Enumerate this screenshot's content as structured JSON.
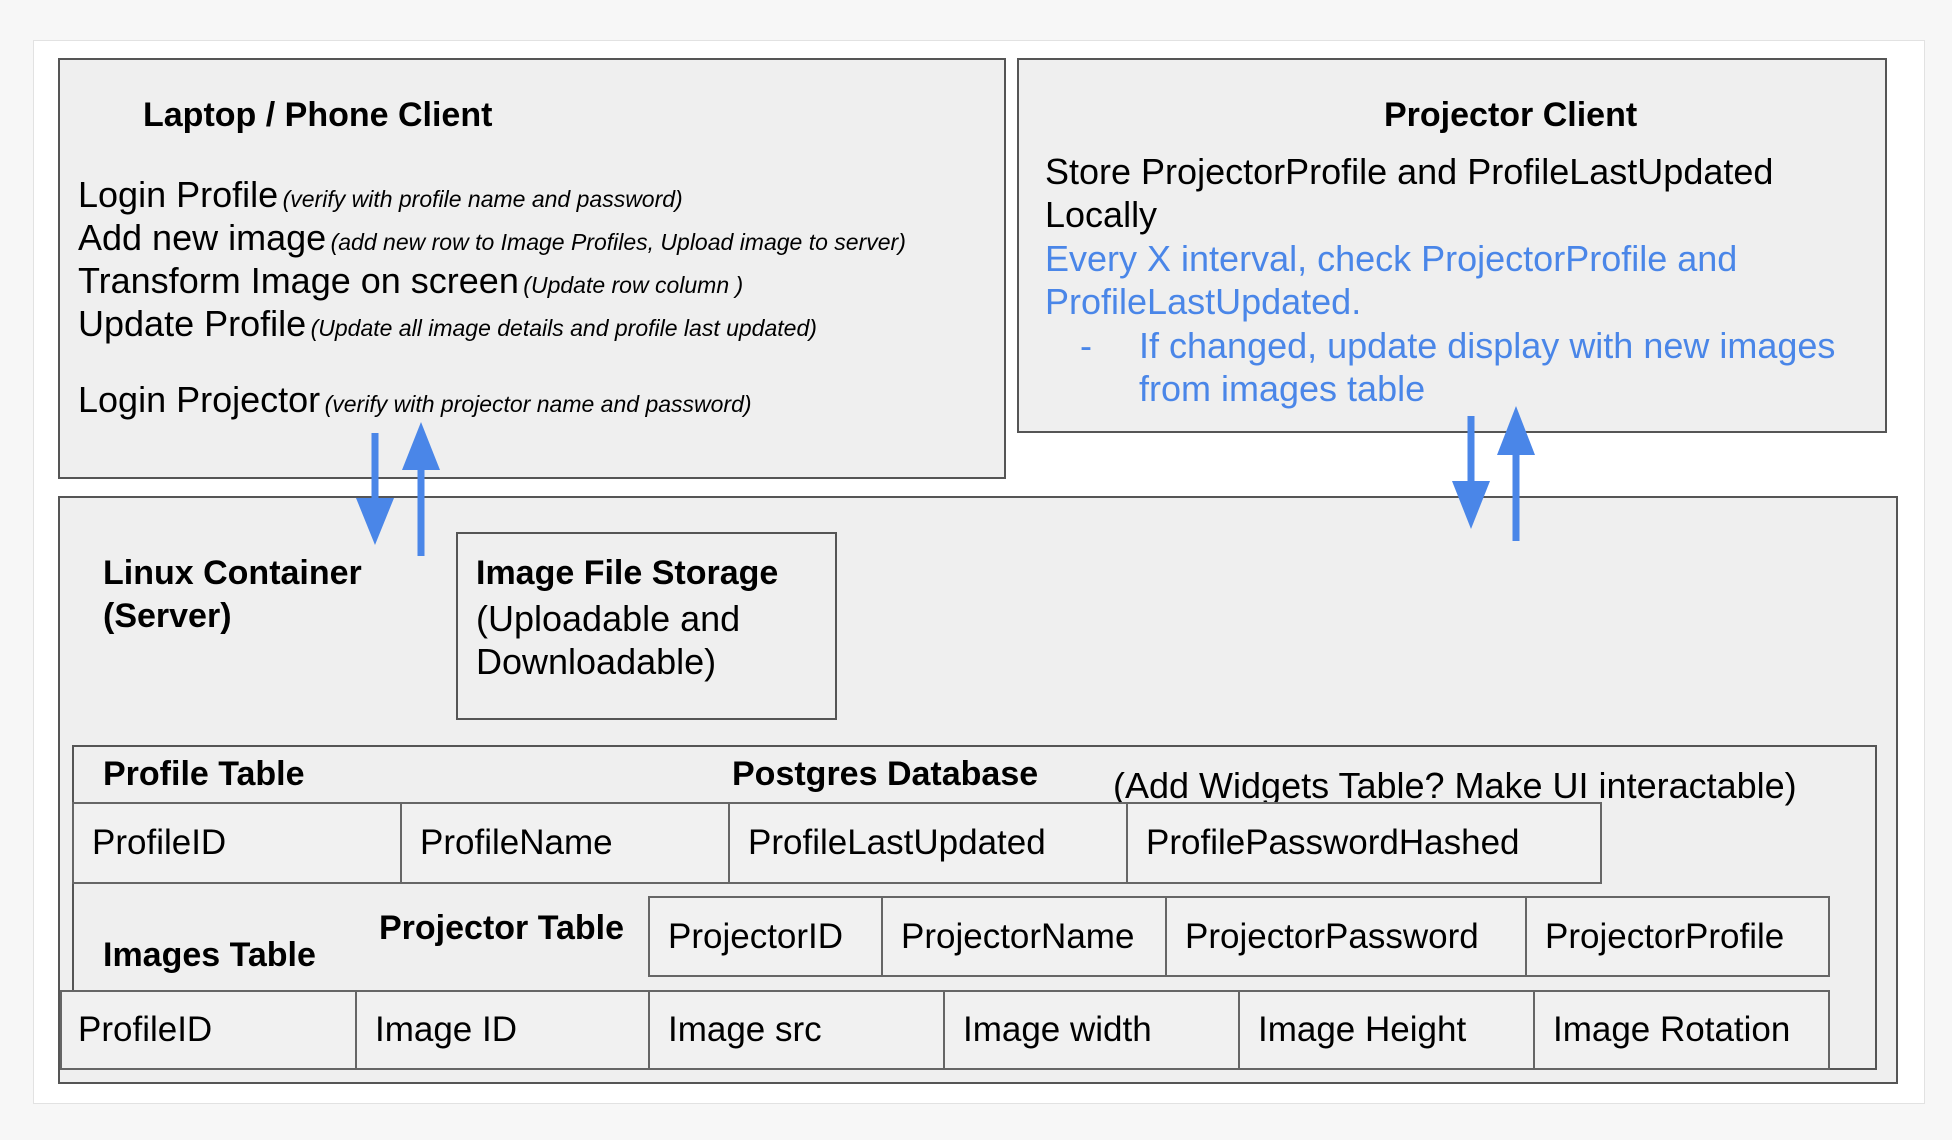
{
  "laptop": {
    "title": "Laptop / Phone Client",
    "lines": [
      {
        "text": "Login Profile",
        "note": "(verify with profile name and password)"
      },
      {
        "text": "Add new image",
        "note": "(add new row to Image Profiles, Upload image to server)"
      },
      {
        "text": "Transform Image on screen",
        "note": "(Update row column )"
      },
      {
        "text": "Update Profile",
        "note": "(Update all image details and profile last updated)"
      },
      {
        "text": "Login Projector",
        "note": "(verify with projector name and password)"
      }
    ]
  },
  "projector_client": {
    "title": "Projector Client",
    "line1": "Store ProjectorProfile and ProfileLastUpdated",
    "line2": "Locally",
    "blue1": "Every X interval, check ProjectorProfile and",
    "blue2": "ProfileLastUpdated.",
    "bullet_mark": "-",
    "bullet1": "If changed, update display with new images",
    "bullet2": "from images table"
  },
  "server": {
    "title1": "Linux Container",
    "title2": "(Server)"
  },
  "storage": {
    "title": "Image File Storage",
    "line1": "(Uploadable and",
    "line2": "Downloadable)"
  },
  "database": {
    "title": "Postgres Database",
    "note": "(Add Widgets Table? Make UI interactable)",
    "profile_table": {
      "title": "Profile Table",
      "columns": [
        "ProfileID",
        "ProfileName",
        "ProfileLastUpdated",
        "ProfilePasswordHashed"
      ]
    },
    "projector_table": {
      "title": "Projector Table",
      "columns": [
        "ProjectorID",
        "ProjectorName",
        "ProjectorPassword",
        "ProjectorProfile"
      ]
    },
    "images_table": {
      "title": "Images Table",
      "columns": [
        "ProfileID",
        "Image ID",
        "Image src",
        "Image width",
        "Image Height",
        "Image Rotation"
      ]
    }
  },
  "colors": {
    "arrow": "#4a86e8",
    "box_fill": "#efefef",
    "border": "#555555",
    "blue_text": "#4a86e8"
  }
}
